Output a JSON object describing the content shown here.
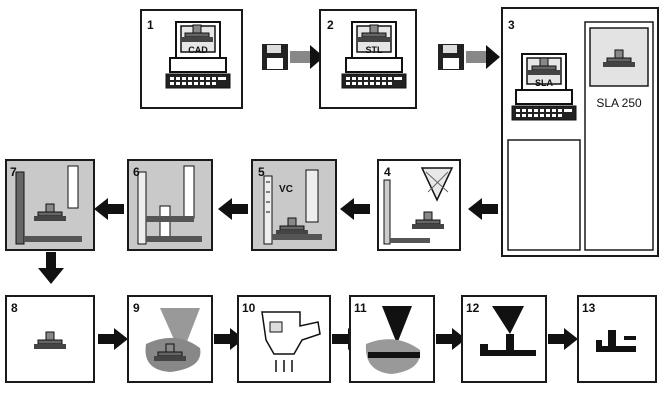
{
  "steps": [
    {
      "num": "1",
      "screen": "CAD"
    },
    {
      "num": "2",
      "screen": "STL"
    },
    {
      "num": "3",
      "screen": "SLA",
      "machine": "SLA 250"
    },
    {
      "num": "4"
    },
    {
      "num": "5",
      "label": "VC"
    },
    {
      "num": "6"
    },
    {
      "num": "7"
    },
    {
      "num": "8"
    },
    {
      "num": "9"
    },
    {
      "num": "10"
    },
    {
      "num": "11"
    },
    {
      "num": "12"
    },
    {
      "num": "13"
    }
  ]
}
